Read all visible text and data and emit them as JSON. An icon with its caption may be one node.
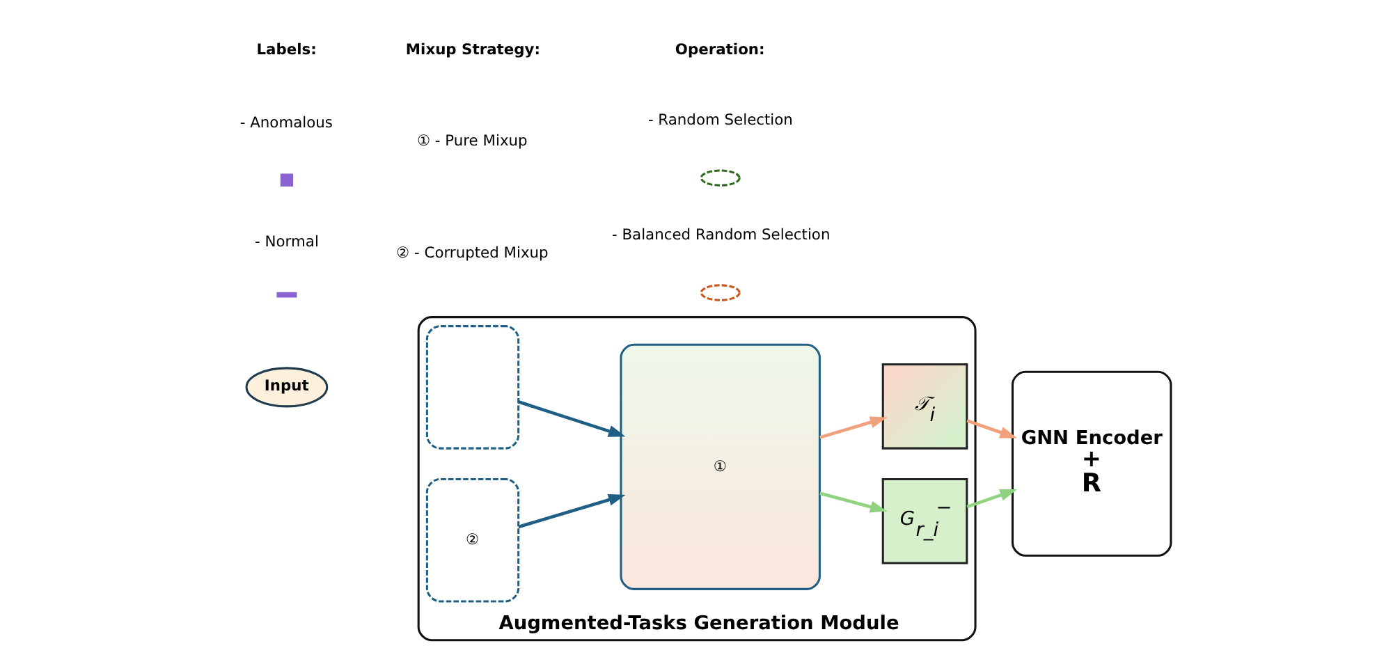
{
  "diagram": {
    "nodes": [
      {
        "text": [
          "Input"
        ]
      },
      {
        "text": [
          "Augmented-Tasks Generation Module"
        ]
      },
      {
        "text": [],
        "shape": "box",
        "in": 1
      },
      {
        "text": [
          "②"
        ],
        "in": 1
      },
      {
        "text": [
          "①"
        ],
        "in": 1
      },
      {
        "text": [
          "*G*$_{r_i}$$^{−}$"
        ],
        "in": 1
      },
      {
        "text": [
          "*𝒯*$_{i}$"
        ],
        "in": 1
      },
      {
        "text": [
          "GNN Encoder",
          "+",
          "R"
        ]
      }
    ],
    "edges": [
      {
        "from": 2,
        "to": 4,
        "arrow": "to",
        "color": "#1f5f85"
      },
      {
        "from": 3,
        "to": 4,
        "arrow": "to",
        "color": "#1f5f85"
      },
      {
        "from": 4,
        "to": 5,
        "arrow": "to",
        "color": "#8fd27f"
      },
      {
        "from": 4,
        "to": 6,
        "arrow": "to",
        "color": "#f0a07a"
      },
      {
        "from": 5,
        "to": 7,
        "arrow": "to",
        "color": "#8fd27f"
      },
      {
        "from": 6,
        "to": 7,
        "arrow": "to",
        "color": "#f0a07a"
      }
    ],
    "labels": [
      "Labels:",
      "Mixup Strategy:",
      "Operation:"
    ],
    "legend": [
      {
        "text": "- Anomalous"
      },
      {
        "text": "- Normal"
      },
      {
        "text": "① - Pure Mixup"
      },
      {
        "text": "② - Corrupted Mixup"
      },
      {
        "text": "- Random Selection"
      },
      {
        "text": "- Balanced Random Selection"
      }
    ]
  }
}
